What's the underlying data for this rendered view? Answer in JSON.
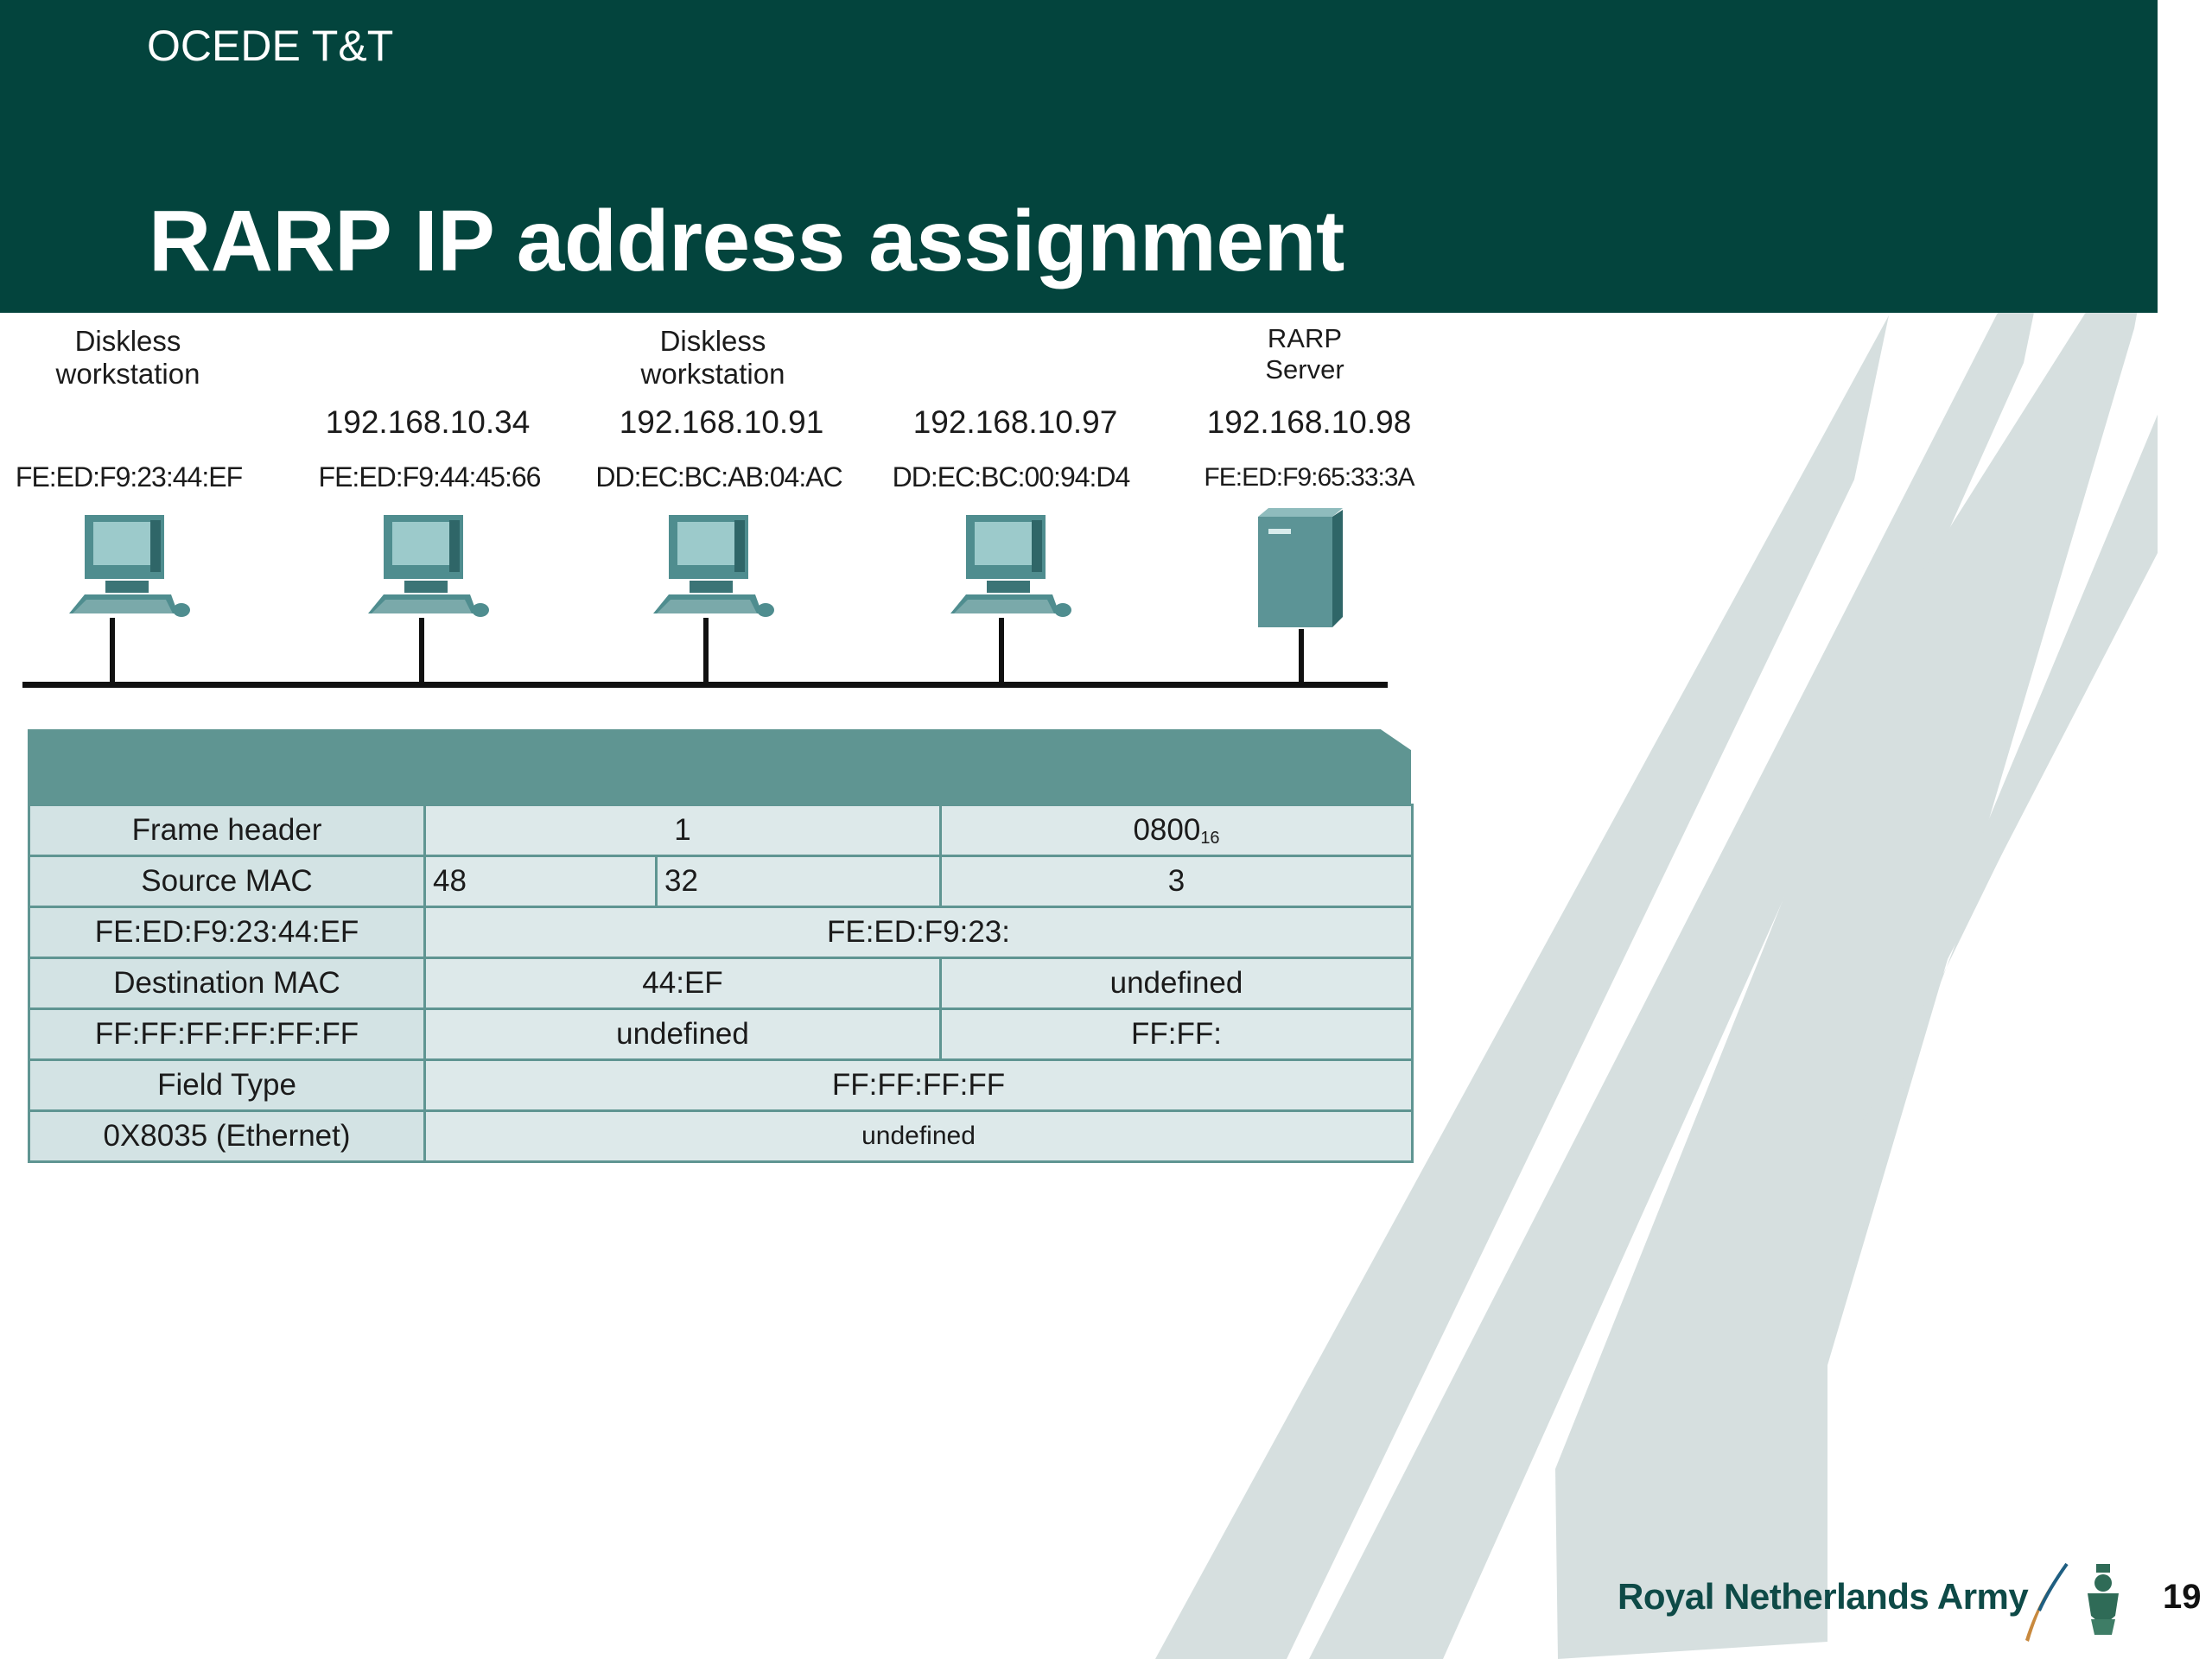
{
  "header": {
    "org": "OCEDE T&T",
    "title": "RARP IP address assignment"
  },
  "nodes": [
    {
      "kind": "Diskless\nworkstation",
      "ip": "",
      "mac": "FE:ED:F9:23:44:EF",
      "device": "workstation"
    },
    {
      "kind": "",
      "ip": "192.168.10.34",
      "mac": "FE:ED:F9:44:45:66",
      "device": "workstation"
    },
    {
      "kind": "Diskless\nworkstation",
      "ip": "192.168.10.91",
      "mac": "DD:EC:BC:AB:04:AC",
      "device": "workstation"
    },
    {
      "kind": "",
      "ip": "192.168.10.97",
      "mac": "DD:EC:BC:00:94:D4",
      "device": "workstation"
    },
    {
      "kind": "RARP\nServer",
      "ip": "192.168.10.98",
      "mac": "FE:ED:F9:65:33:3A",
      "device": "server"
    }
  ],
  "table": {
    "rows": [
      [
        "Frame header",
        "1",
        "0800",
        "16"
      ],
      [
        "Source MAC",
        "48",
        "32",
        "3"
      ],
      [
        "FE:ED:F9:23:44:EF",
        "FE:ED:F9:23:"
      ],
      [
        "Destination MAC",
        "44:EF",
        "undefined"
      ],
      [
        "FF:FF:FF:FF:FF:FF",
        "undefined",
        "FF:FF:"
      ],
      [
        "Field Type",
        "FF:FF:FF:FF"
      ],
      [
        "0X8035 (Ethernet)",
        "undefined"
      ]
    ]
  },
  "footer": {
    "brand": "Royal Netherlands Army",
    "page": "19"
  },
  "colors": {
    "header_bg": "#03443d",
    "table_border": "#5f9592",
    "table_cell": "#dde9ea",
    "stripe": "#d6dfdf"
  },
  "icons": [
    "workstation-icon",
    "server-icon",
    "quill-icon",
    "crest-icon"
  ]
}
